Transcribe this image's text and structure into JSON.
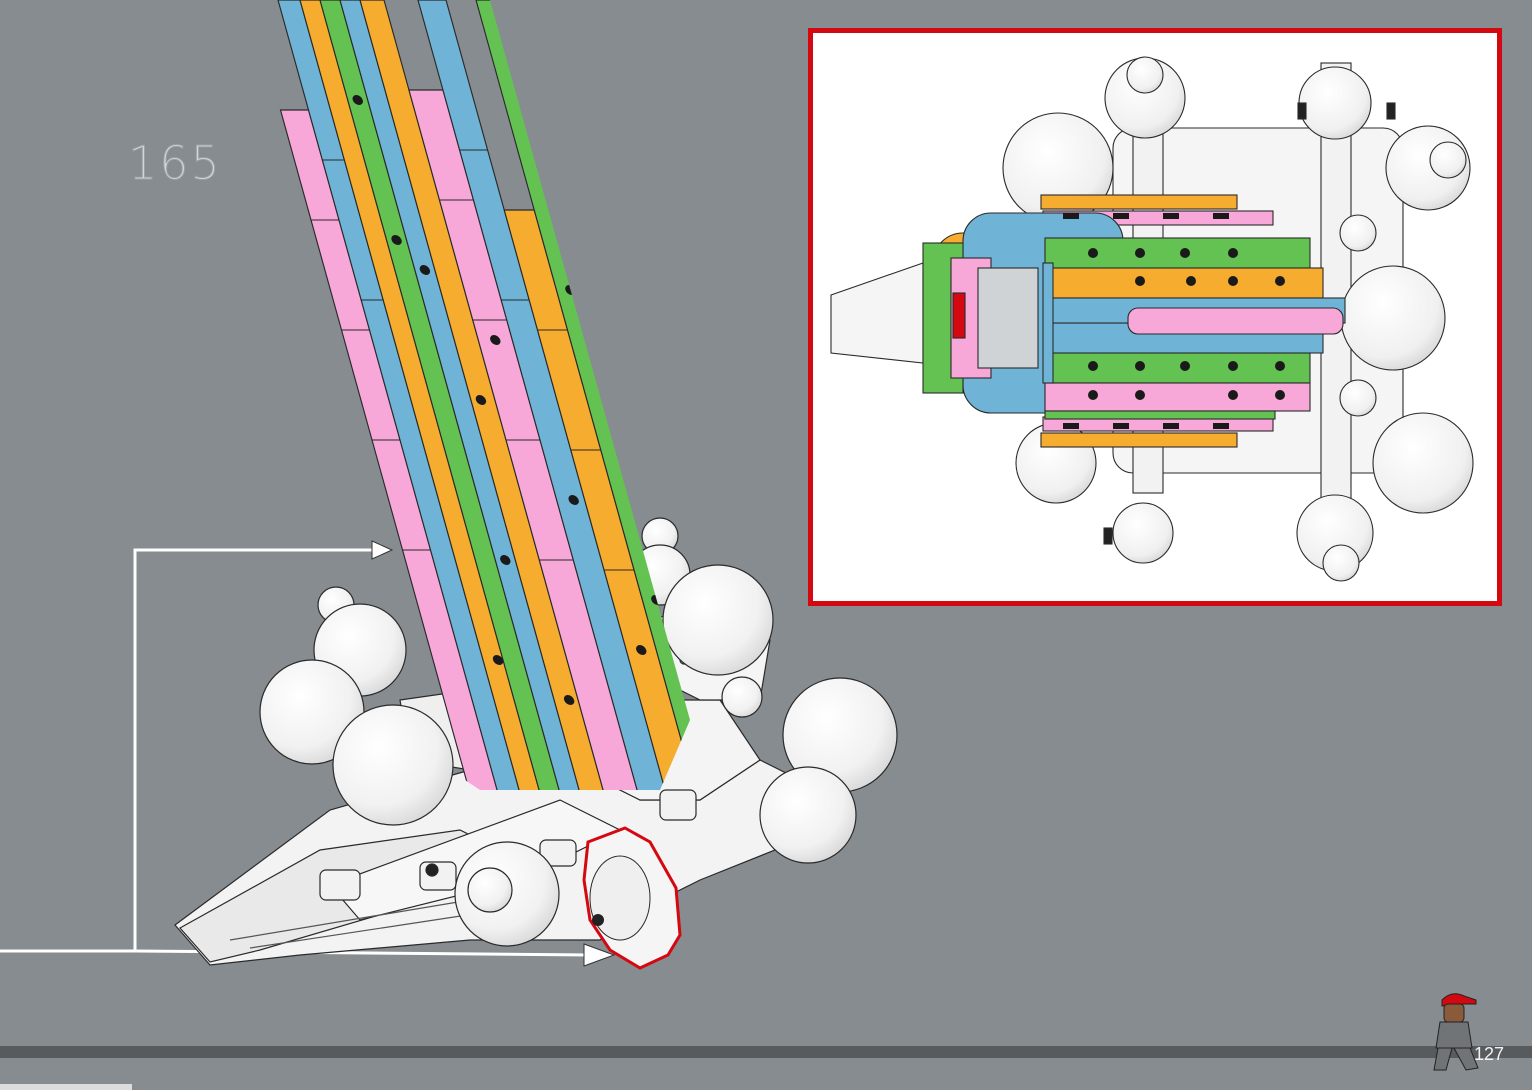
{
  "instruction_page": {
    "step_number": "165",
    "page_number": "127"
  },
  "colors": {
    "background": "#868c8f",
    "callout_border": "#d40811",
    "highlight_outline": "#d40811",
    "brick_pink": "#f7a8d8",
    "brick_blue": "#6fb4d6",
    "brick_orange": "#f6ac2e",
    "brick_green": "#63c251",
    "brick_white": "#f6f6f6",
    "footer_bar": "#575b5e"
  },
  "icons": {
    "assembly_arrow": "arrow-right",
    "mascot": "minifigure-red-cap"
  }
}
